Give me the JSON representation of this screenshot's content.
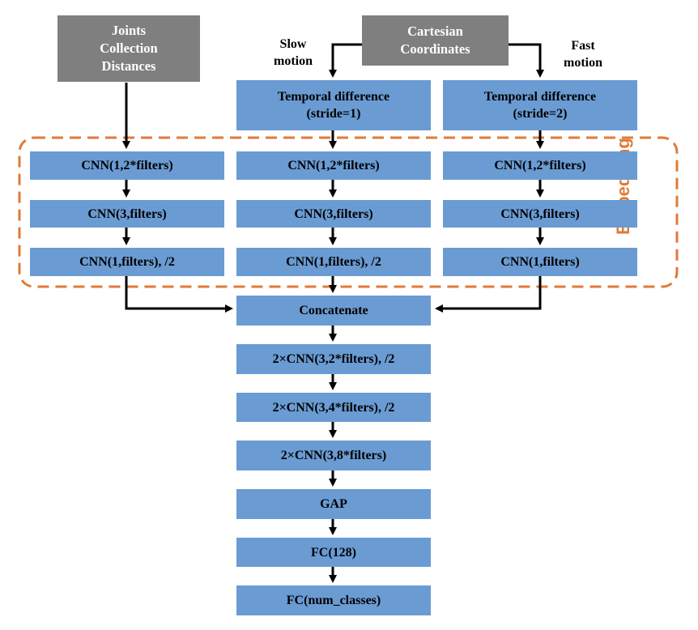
{
  "inputs": {
    "joints": "Joints\nCollection\nDistances",
    "cartesian": "Cartesian\nCoordinates"
  },
  "motion_labels": {
    "slow": "Slow\nmotion",
    "fast": "Fast\nmotion"
  },
  "temporal": {
    "slow": "Temporal difference\n(stride=1)",
    "fast": "Temporal difference\n(stride=2)"
  },
  "embedding": {
    "label": "Embedding",
    "color": "#e07b39",
    "left_column": [
      "CNN(1,2*filters)",
      "CNN(3,filters)",
      "CNN(1,filters), /2"
    ],
    "middle_column": [
      "CNN(1,2*filters)",
      "CNN(3,filters)",
      "CNN(1,filters), /2"
    ],
    "right_column": [
      "CNN(1,2*filters)",
      "CNN(3,filters)",
      "CNN(1,filters)"
    ]
  },
  "main_stack": [
    "Concatenate",
    "2×CNN(3,2*filters), /2",
    "2×CNN(3,4*filters), /2",
    "2×CNN(3,8*filters)",
    "GAP",
    "FC(128)",
    "FC(num_classes)"
  ],
  "colors": {
    "box_fill": "#6a9bd3",
    "input_fill": "#7f7f7f",
    "arrow": "#000000"
  }
}
